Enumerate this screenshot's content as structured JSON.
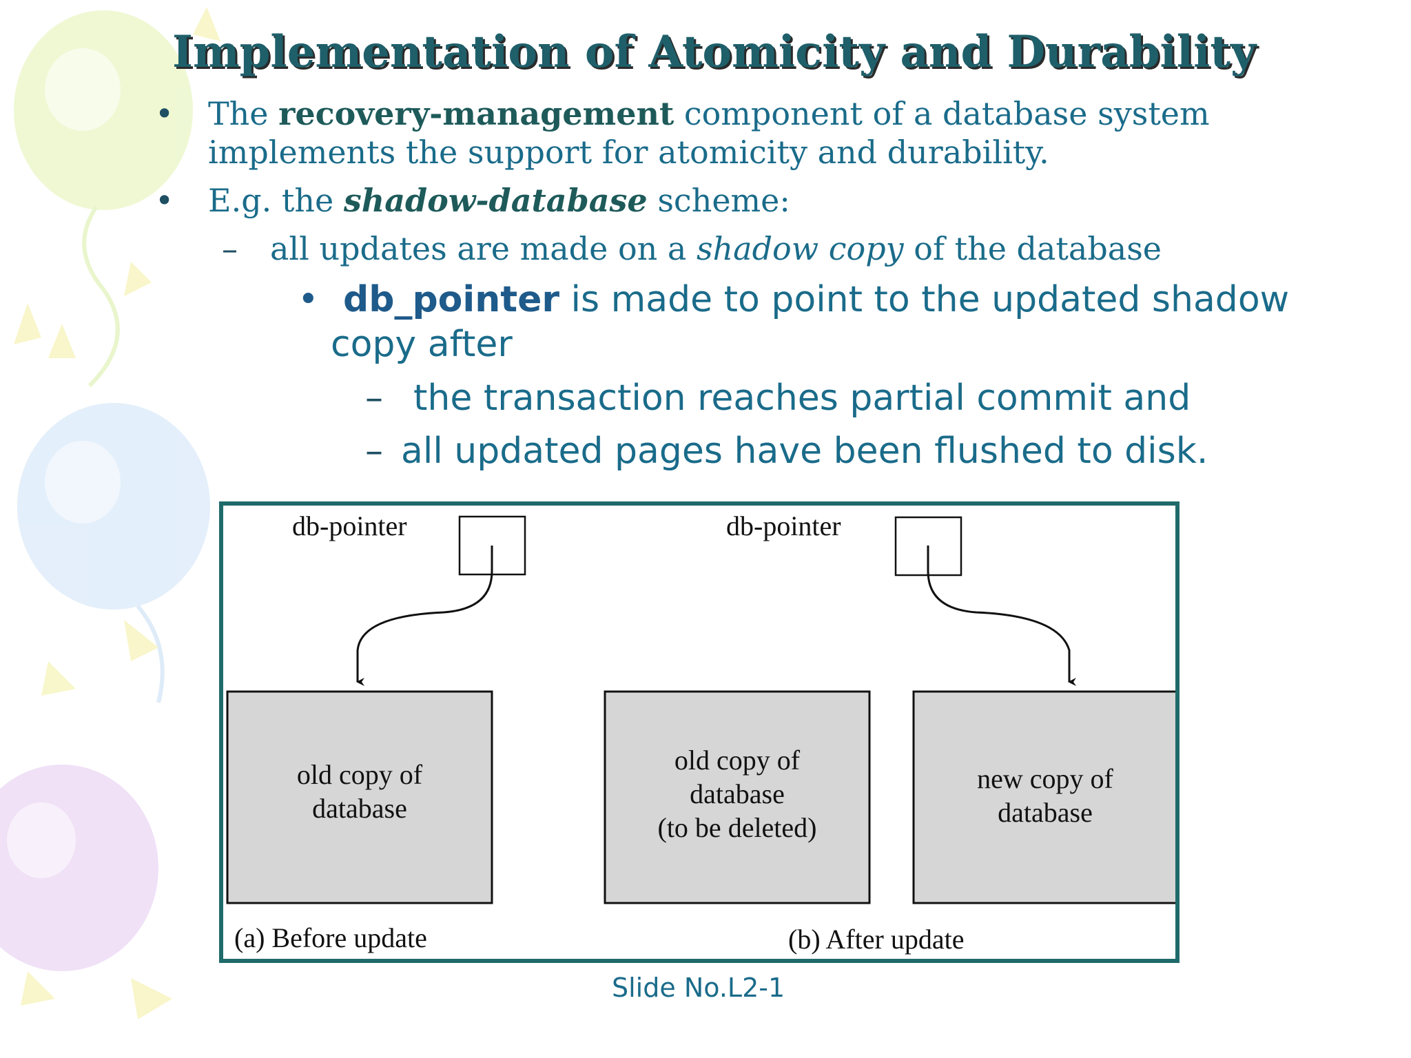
{
  "title": "Implementation of Atomicity and Durability",
  "bullets": {
    "b1": {
      "pre": "The ",
      "bold": "recovery-management",
      "post": " component of a database system",
      "line2": "implements the support for atomicity and durability."
    },
    "b2": {
      "pre": "E.g. the ",
      "bold": "shadow-database",
      "post": " scheme:"
    },
    "b2_sub": {
      "pre": "all updates are made on a ",
      "italic": "shadow copy",
      "post": " of the database"
    },
    "b3": {
      "bold": "db_pointer",
      "post": " is made to point to the updated shadow",
      "line2": "copy  after"
    },
    "b3_sub1": "the transaction reaches partial commit and",
    "b3_sub2": "all updated pages have been flushed to disk."
  },
  "markers": {
    "bullet": "•",
    "dash": "–"
  },
  "diagram": {
    "pointer_label_left": "db-pointer",
    "pointer_label_right": "db-pointer",
    "box_a": [
      "old copy of",
      "database"
    ],
    "box_b_old": [
      "old copy of",
      "database",
      "(to be deleted)"
    ],
    "box_b_new": [
      "new copy of",
      "database"
    ],
    "caption_a": "(a) Before update",
    "caption_b": "(b) After update"
  },
  "footer": "Slide No.L2-1",
  "colors": {
    "title": "#1e5f6a",
    "body_text": "#1a6b8a",
    "frame": "#1f6a6a",
    "box_fill": "#d6d6d6"
  }
}
